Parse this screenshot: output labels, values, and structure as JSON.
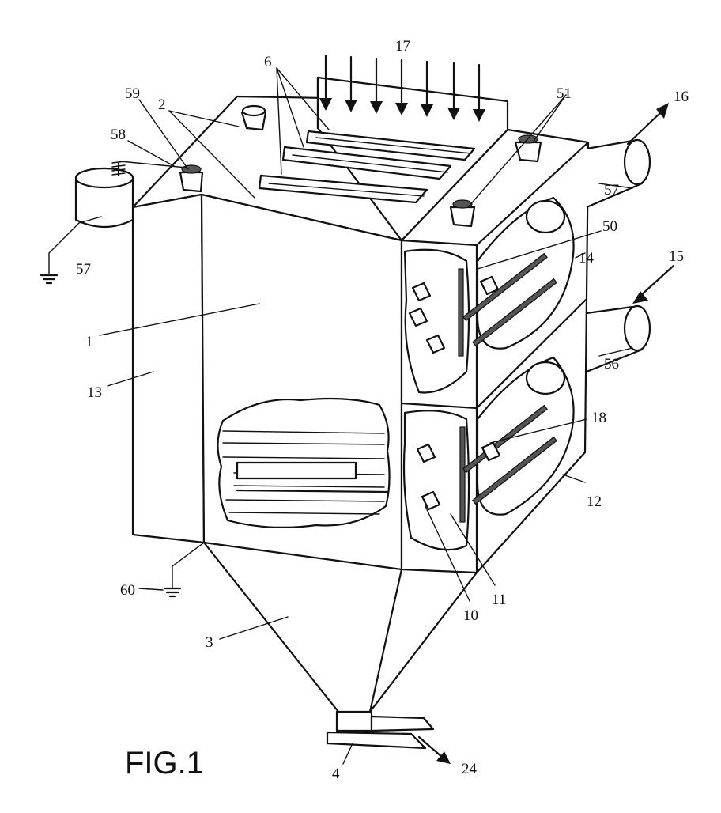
{
  "figure": {
    "caption": "FIG.1",
    "labels": {
      "l1": "1",
      "l2": "2",
      "l3": "3",
      "l4": "4",
      "l6": "6",
      "l10": "10",
      "l11": "11",
      "l12": "12",
      "l13": "13",
      "l14": "14",
      "l15": "15",
      "l16": "16",
      "l17": "17",
      "l18": "18",
      "l24": "24",
      "l50": "50",
      "l51": "51",
      "l56": "56",
      "l57a": "57",
      "l57b": "57",
      "l58": "58",
      "l59": "59",
      "l60": "60"
    }
  }
}
